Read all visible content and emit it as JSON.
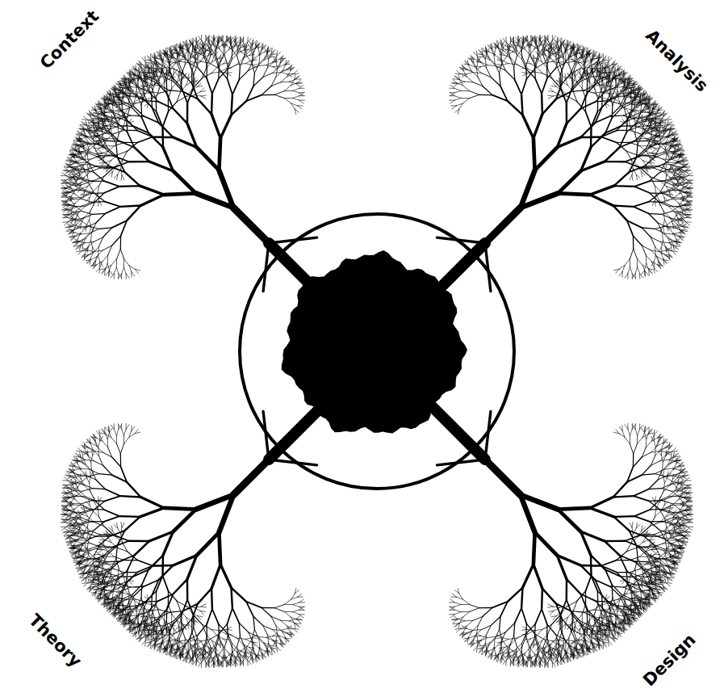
{
  "diagram": {
    "labels": [
      "Context",
      "Analysis",
      "Theory",
      "Design"
    ]
  }
}
